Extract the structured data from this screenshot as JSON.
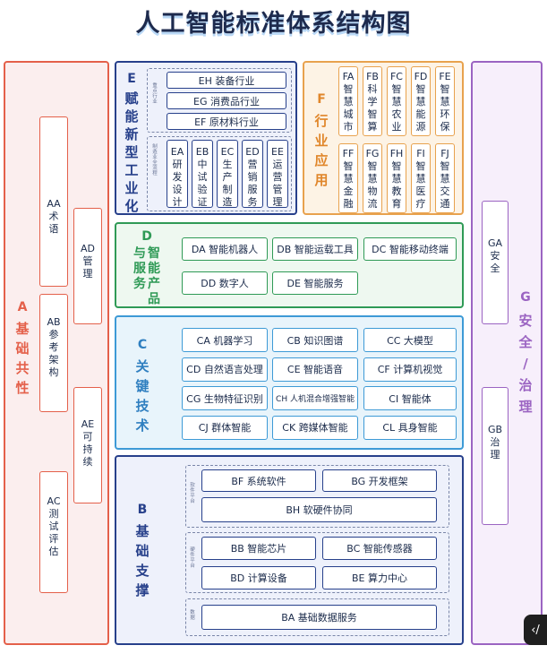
{
  "title": "人工智能标准体系结构图",
  "A": {
    "code": "A",
    "name": [
      "基",
      "础",
      "共",
      "性"
    ],
    "items": [
      {
        "code": "AA",
        "name": [
          "术",
          "语"
        ]
      },
      {
        "code": "AD",
        "name": [
          "管",
          "理"
        ]
      },
      {
        "code": "AB",
        "name": [
          "参",
          "考",
          "架",
          "构"
        ]
      },
      {
        "code": "AE",
        "name": [
          "可",
          "持",
          "续"
        ]
      },
      {
        "code": "AC",
        "name": [
          "测",
          "试",
          "评",
          "估"
        ]
      }
    ]
  },
  "E": {
    "code": "E",
    "name": [
      "赋",
      "能",
      "新",
      "型",
      "工",
      "业",
      "化"
    ],
    "group1": "重点行业",
    "group2": "制造业全流程",
    "top_items": [
      "EH  装备行业",
      "EG  消费品行业",
      "EF  原材料行业"
    ],
    "bottom_items": [
      {
        "code": "EA",
        "name": [
          "研",
          "发",
          "设",
          "计"
        ]
      },
      {
        "code": "EB",
        "name": [
          "中",
          "试",
          "验",
          "证"
        ]
      },
      {
        "code": "EC",
        "name": [
          "生",
          "产",
          "制",
          "造"
        ]
      },
      {
        "code": "ED",
        "name": [
          "营",
          "销",
          "服",
          "务"
        ]
      },
      {
        "code": "EE",
        "name": [
          "运",
          "营",
          "管",
          "理"
        ]
      }
    ]
  },
  "F": {
    "code": "F",
    "name": [
      "行",
      "业",
      "应",
      "用"
    ],
    "items": [
      {
        "code": "FA",
        "name": [
          "智",
          "慧",
          "城",
          "市"
        ]
      },
      {
        "code": "FB",
        "name": [
          "科",
          "学",
          "智",
          "算"
        ]
      },
      {
        "code": "FC",
        "name": [
          "智",
          "慧",
          "农",
          "业"
        ]
      },
      {
        "code": "FD",
        "name": [
          "智",
          "慧",
          "能",
          "源"
        ]
      },
      {
        "code": "FE",
        "name": [
          "智",
          "慧",
          "环",
          "保"
        ]
      },
      {
        "code": "FF",
        "name": [
          "智",
          "慧",
          "金",
          "融"
        ]
      },
      {
        "code": "FG",
        "name": [
          "智",
          "慧",
          "物",
          "流"
        ]
      },
      {
        "code": "FH",
        "name": [
          "智",
          "慧",
          "教",
          "育"
        ]
      },
      {
        "code": "FI",
        "name": [
          "智",
          "慧",
          "医",
          "疗"
        ]
      },
      {
        "code": "FJ",
        "name": [
          "智",
          "慧",
          "交",
          "通"
        ]
      }
    ]
  },
  "D": {
    "code": "D",
    "name_line1": "与智能",
    "name_line2": "服务产品",
    "name_col1": [
      "与",
      "服",
      "务"
    ],
    "name_col2": [
      "智",
      "能",
      "产",
      "品"
    ],
    "items": [
      "DA 智能机器人",
      "DB 智能运载工具",
      "DC 智能移动终端",
      "DD 数字人",
      "DE 智能服务"
    ]
  },
  "C": {
    "code": "C",
    "name": [
      "关",
      "键",
      "技",
      "术"
    ],
    "items": [
      "CA 机器学习",
      "CB 知识图谱",
      "CC 大模型",
      "CD 自然语言处理",
      "CE 智能语音",
      "CF 计算机视觉",
      "CG 生物特征识别",
      "CH 人机混合增强智能",
      "CI 智能体",
      "CJ 群体智能",
      "CK 跨媒体智能",
      "CL 具身智能"
    ]
  },
  "B": {
    "code": "B",
    "name": [
      "基",
      "础",
      "支",
      "撑"
    ],
    "group1": "软件平台",
    "group2": "硬件平台",
    "group3": "数据",
    "items": [
      "BF 系统软件",
      "BG 开发框架",
      "BH 软硬件协同",
      "BB 智能芯片",
      "BC 智能传感器",
      "BD 计算设备",
      "BE 算力中心",
      "BA  基础数据服务"
    ]
  },
  "G": {
    "code": "G",
    "name": [
      "安",
      "全",
      "/",
      "治",
      "理"
    ],
    "items": [
      {
        "code": "GA",
        "name": [
          "安",
          "全"
        ]
      },
      {
        "code": "GB",
        "name": [
          "治",
          "理"
        ]
      }
    ]
  },
  "corner_icon": "‹/"
}
